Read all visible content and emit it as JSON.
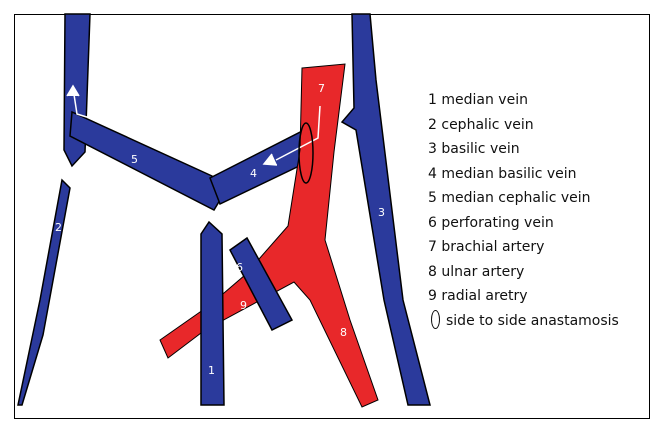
{
  "diagram": {
    "labels": {
      "median_vein": "1",
      "cephalic_vein": "2",
      "basilic_vein": "3",
      "median_basilic_vein": "4",
      "median_cephalic_vein": "5",
      "perforating_vein": "6",
      "brachial_artery": "7",
      "ulnar_artery": "8",
      "radial_artery": "9"
    },
    "colors": {
      "vein": "#2b3a9c",
      "artery": "#e8282a",
      "outline": "#000000",
      "arrow": "#ffffff"
    }
  },
  "legend": {
    "items": [
      {
        "num": "1",
        "text": "median vein"
      },
      {
        "num": "2",
        "text": "cephalic vein"
      },
      {
        "num": "3",
        "text": "basilic vein"
      },
      {
        "num": "4",
        "text": "median basilic vein"
      },
      {
        "num": "5",
        "text": "median cephalic vein"
      },
      {
        "num": "6",
        "text": "perforating vein"
      },
      {
        "num": "7",
        "text": "brachial artery"
      },
      {
        "num": "8",
        "text": "ulnar artery"
      },
      {
        "num": "9",
        "text": "radial aretry"
      }
    ],
    "anastomosis_text": "side to side anastamosis"
  }
}
